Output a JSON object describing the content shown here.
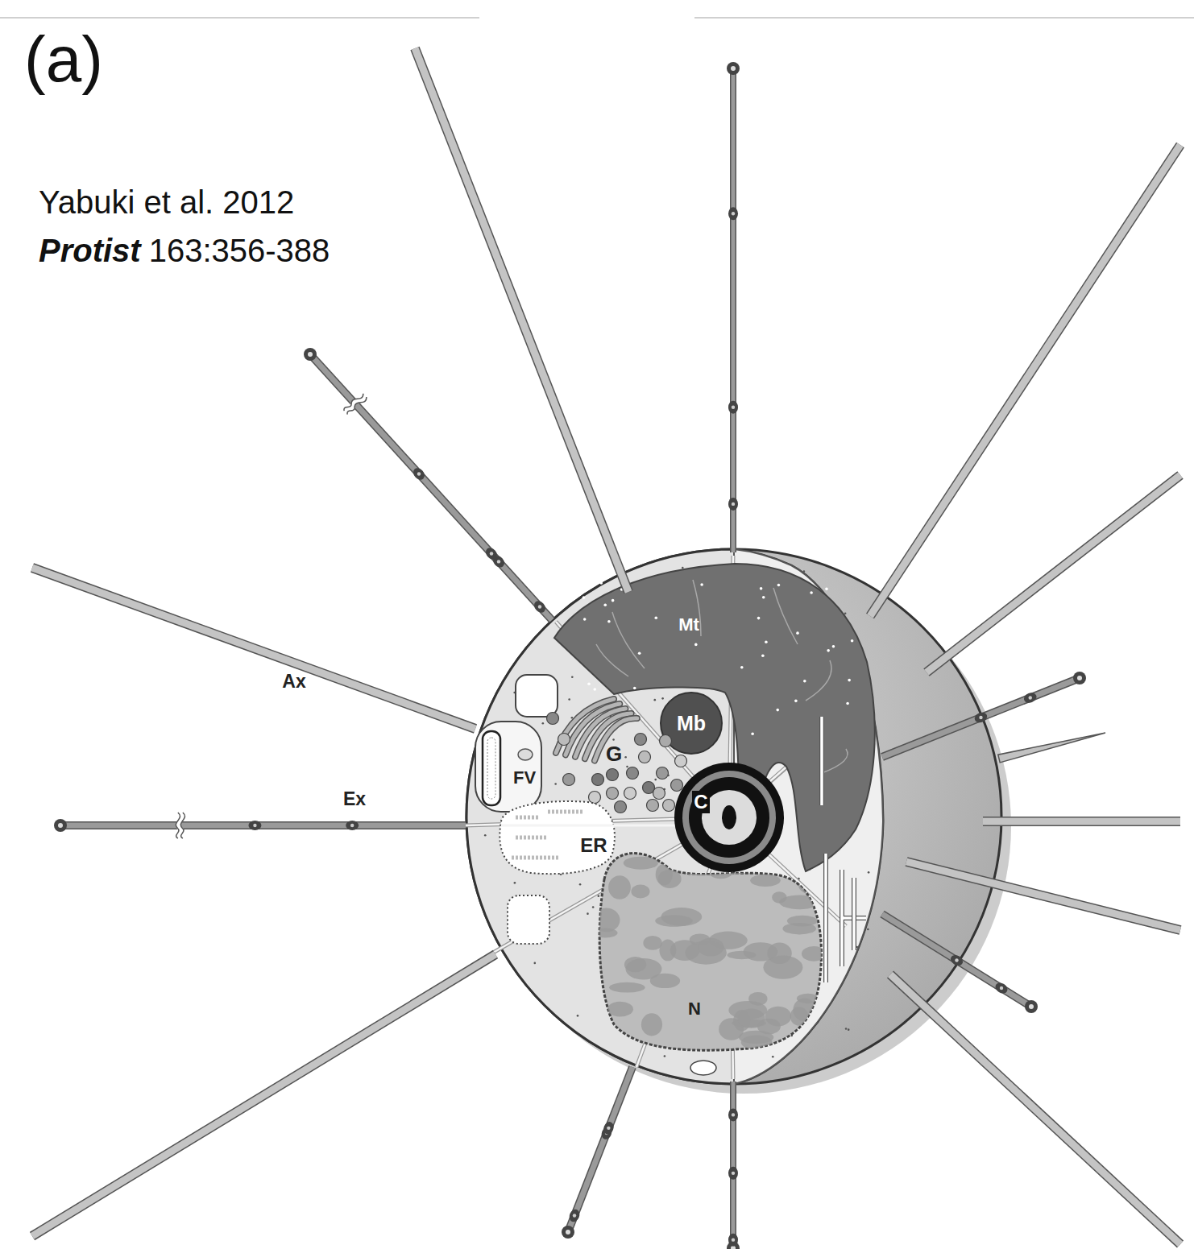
{
  "diagram": {
    "labels": [
      "(a)",
      "Yabuki et al. 2012",
      "Protist",
      "163:356-388",
      "Ax",
      "Mt",
      "Mb",
      "G",
      "FV",
      "Ex",
      "C",
      "ER",
      "N"
    ]
  }
}
